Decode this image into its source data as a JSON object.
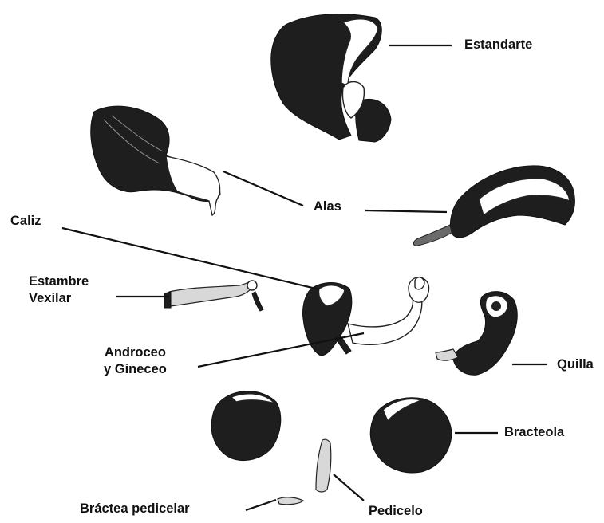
{
  "labels": {
    "estandarte": "Estandarte",
    "alas": "Alas",
    "caliz": "Caliz",
    "estambre_line1": "Estambre",
    "estambre_line2": "Vexilar",
    "androceo_line1": "Androceo",
    "androceo_line2": "y Gineceo",
    "quilla": "Quilla",
    "bracteola": "Bracteola",
    "bractea": "Bráctea pedicelar",
    "pedicelo": "Pedicelo"
  },
  "colors": {
    "ink": "#111111",
    "background": "#ffffff"
  }
}
